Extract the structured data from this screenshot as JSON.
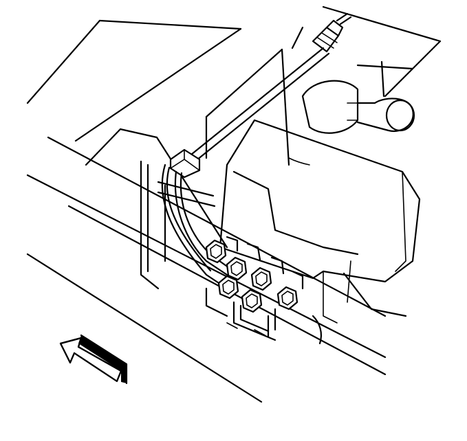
{
  "figure": {
    "kind": "line-art technical illustration",
    "parts": [
      "cable",
      "cable-end-fitting",
      "reservoir-cap",
      "reservoir",
      "brake-line-fittings",
      "mounting-bracket",
      "frame-rails",
      "direction-arrow"
    ],
    "colors": {
      "stroke": "#000000",
      "background": "#ffffff"
    }
  }
}
